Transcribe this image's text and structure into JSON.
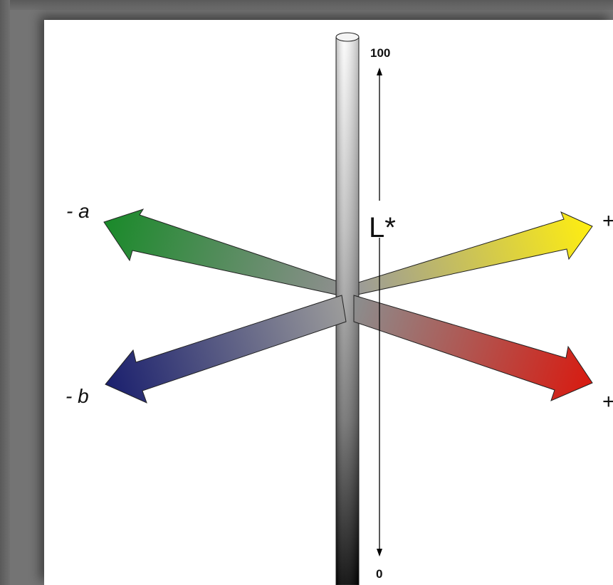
{
  "diagram": {
    "lightness_axis": {
      "label": "L*",
      "top_value": "100",
      "bottom_value": "0"
    },
    "labels": {
      "minus_a": "- a",
      "minus_b": "- b",
      "plus_a": "+",
      "plus_b": "+"
    },
    "colors": {
      "minus_a": "#1a8a2a",
      "minus_b": "#1a1f6e",
      "plus_a": "#ffee10",
      "plus_b": "#d81a10",
      "neutral": "#8c8c8c"
    }
  }
}
